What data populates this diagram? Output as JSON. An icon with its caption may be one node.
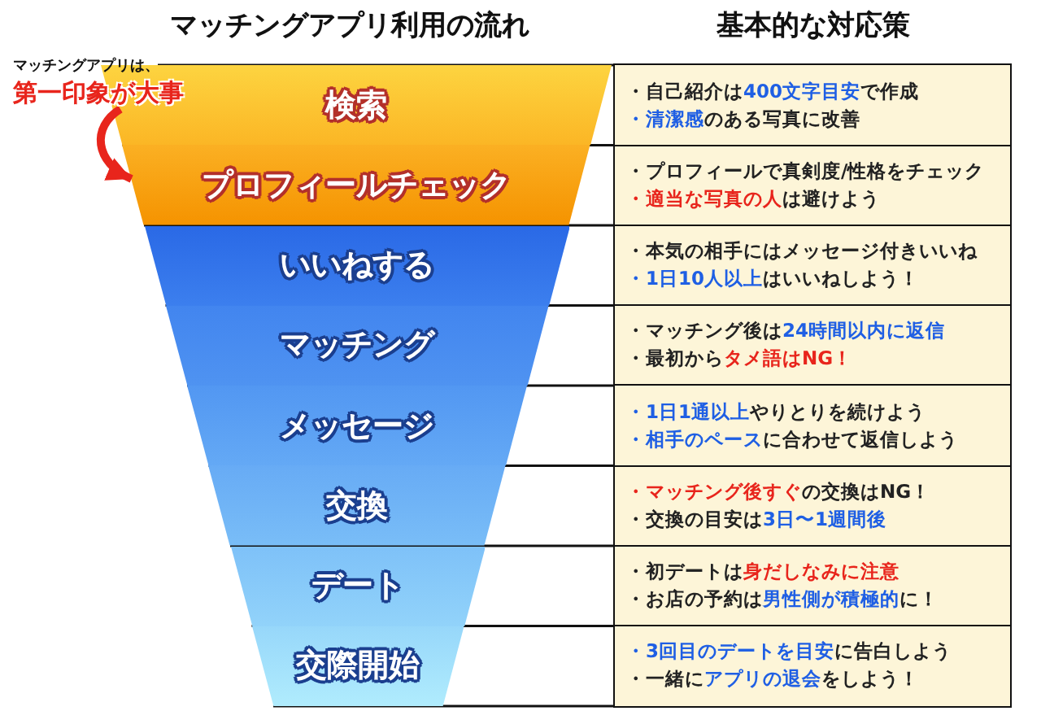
{
  "diagram": {
    "nodes": [
      {
        "text": [
          "マッチングアプリは、",
          "第一印象が大事"
        ]
      },
      {
        "text": [
          "検索"
        ]
      },
      {
        "text": [
          "・自己紹介は**400文字目安**で作成",
          "**・清潔感**のある写真に改善"
        ]
      },
      {
        "text": [
          "プロフィールチェック"
        ]
      },
      {
        "text": [
          "・プロフィールで真剣度/性格をチェック",
          "**・適当な写真の人**は避けよう"
        ]
      },
      {
        "text": [
          "いいねする"
        ]
      },
      {
        "text": [
          "・本気の相手にはメッセージ付きいいね",
          "**・1日10人以上**はいいねしよう！"
        ]
      },
      {
        "text": [
          "マッチング"
        ]
      },
      {
        "text": [
          "・マッチング後は**24時間以内に返信**",
          "・最初から**タメ語はNG！**"
        ]
      },
      {
        "text": [
          "メッセージ"
        ]
      },
      {
        "text": [
          "**・1日1通以上**やりとりを続けよう",
          "**・相手のペース**に合わせて返信しよう"
        ]
      },
      {
        "text": [
          "交換"
        ]
      },
      {
        "text": [
          "**・マッチング後すぐ**の交換はNG！",
          "・交換の目安は**3日〜1週間後**"
        ]
      },
      {
        "text": [
          "デート"
        ]
      },
      {
        "text": [
          "・初デートは**身だしなみに注意**",
          "・お店の予約は**男性側が積極的**に！"
        ]
      },
      {
        "text": [
          "交際開始"
        ]
      },
      {
        "text": [
          "**・3回目のデートを目安**に告白しよう",
          "・一緒に**アプリの退会**をしよう！"
        ]
      }
    ],
    "edges": [
      {
        "from": 0,
        "to": 3,
        "arrow": "to",
        "color": "#e8251c"
      }
    ],
    "labels": [
      "マッチングアプリ利用の流れ",
      "基本的な対応策"
    ]
  }
}
